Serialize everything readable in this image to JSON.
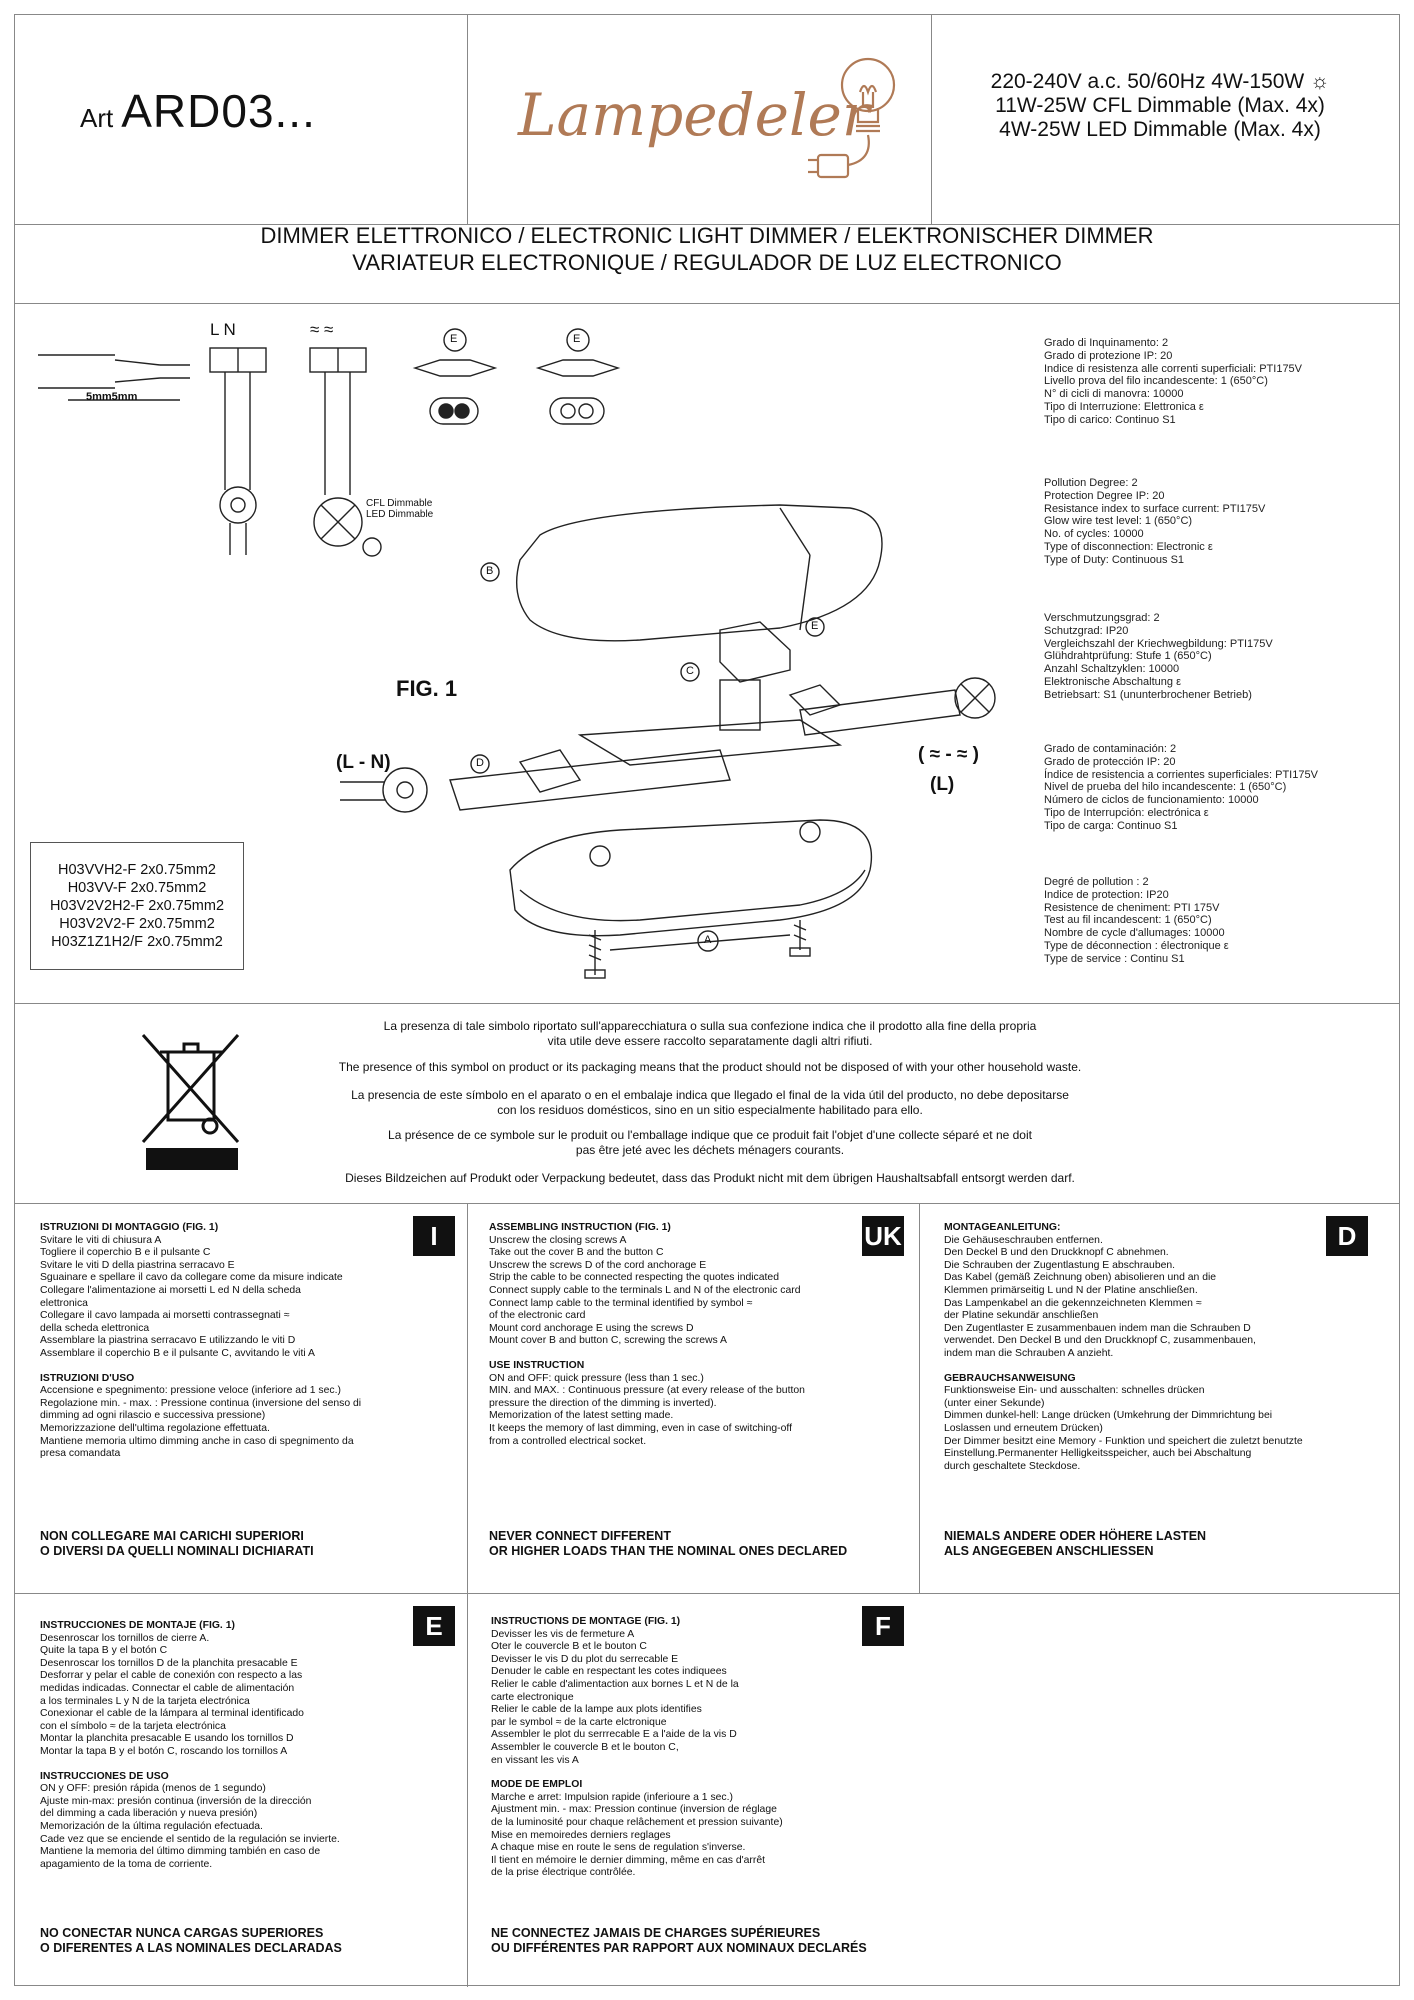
{
  "header": {
    "art_prefix": "Art",
    "art_code": "ARD03...",
    "brand": "Lampedeler",
    "specs": [
      "220-240V a.c. 50/60Hz 4W-150W",
      "11W-25W CFL Dimmable (Max. 4x)",
      "4W-25W LED Dimmable (Max. 4x)"
    ]
  },
  "title": {
    "line1": "DIMMER ELETTRONICO / ELECTRONIC LIGHT DIMMER / ELEKTRONISCHER DIMMER",
    "line2": "VARIATEUR ELECTRONIQUE / REGULADOR DE LUZ ELECTRONICO"
  },
  "diagram": {
    "strip_label": "5mm5mm",
    "terminal_labels": "L  N",
    "terminal_lamp_labels": "≈ ≈",
    "label_e": "E",
    "cfl_dimmable": "CFL Dimmable",
    "led_dimmable": "LED Dimmable",
    "fig": "FIG. 1",
    "l_n": "(L - N)",
    "lamp_terms": "( ≈ - ≈ )",
    "l": "(L)",
    "parts": {
      "a": "A",
      "b": "B",
      "c": "C",
      "d": "D",
      "e": "E"
    },
    "cables": [
      "H03VVH2-F 2x0.75mm2",
      "H03VV-F 2x0.75mm2",
      "H03V2V2H2-F 2x0.75mm2",
      "H03V2V2-F 2x0.75mm2",
      "H03Z1Z1H2/F  2x0.75mm2"
    ]
  },
  "tech": {
    "it": [
      "Grado di Inquinamento: 2",
      "Grado di protezione IP: 20",
      "Indice di resistenza alle correnti superficiali: PTI175V",
      "Livello prova del filo incandescente: 1 (650°C)",
      "N° di cicli di manovra: 10000",
      "Tipo di Interruzione: Elettronica ε",
      "Tipo di carico: Continuo S1"
    ],
    "en": [
      "Pollution Degree: 2",
      "Protection Degree IP: 20",
      "Resistance index to surface current: PTI175V",
      "Glow wire test level: 1 (650°C)",
      "No. of cycles: 10000",
      "Type of disconnection: Electronic ε",
      "Type of Duty: Continuous S1"
    ],
    "de": [
      "Verschmutzungsgrad: 2",
      "Schutzgrad: IP20",
      "Vergleichszahl der Kriechwegbildung: PTI175V",
      "Glühdrahtprüfung: Stufe 1 (650°C)",
      "Anzahl Schaltzyklen: 10000",
      "Elektronische Abschaltung ε",
      "Betriebsart: S1 (ununterbrochener Betrieb)"
    ],
    "es": [
      "Grado de contaminación: 2",
      "Grado de protección IP: 20",
      "Índice de resistencia a corrientes superficiales: PTI175V",
      "Nivel de prueba del hilo incandescente: 1 (650°C)",
      "Número de ciclos de funcionamiento: 10000",
      "Tipo de Interrupción: electrónica ε",
      "Tipo de carga: Continuo S1"
    ],
    "fr": [
      "Degré de pollution : 2",
      "Indice de protection: IP20",
      "Resistence de cheniment: PTI 175V",
      "Test au fil incandescent: 1 (650°C)",
      "Nombre de cycle d'allumages: 10000",
      "Type de déconnection : électronique ε",
      "Type de service : Continu S1"
    ]
  },
  "weee": {
    "it": [
      "La presenza di tale simbolo riportato sull'apparecchiatura o sulla sua confezione indica che il prodotto alla fine della propria",
      "vita utile deve essere raccolto separatamente dagli altri rifiuti."
    ],
    "en": [
      "The presence of this symbol on product or its packaging means that the product should not be disposed of with your other household waste."
    ],
    "es": [
      "La presencia de este símbolo en el aparato o en el embalaje indica que llegado el final de la vida útil del producto, no debe depositarse",
      "con los residuos domésticos, sino en un sitio especialmente habilitado para ello."
    ],
    "fr": [
      "La présence de ce symbole sur le produit ou l'emballage indique que ce produit fait l'objet d'une collecte séparé et ne doit",
      "pas être jeté avec les déchets ménagers courants."
    ],
    "de": [
      "Dieses Bildzeichen auf Produkt oder Verpackung bedeutet, dass das Produkt nicht mit dem übrigen Haushaltsabfall entsorgt werden darf."
    ]
  },
  "sections": {
    "it": {
      "badge": "I",
      "h1": "ISTRUZIONI DI MONTAGGIO (FIG. 1)",
      "lines1": [
        "Svitare le viti di chiusura A",
        "Togliere il coperchio B e il pulsante C",
        "Svitare le viti D della piastrina serracavo E",
        "Sguainare e spellare il cavo da collegare come da misure indicate",
        "Collegare l'alimentazione ai morsetti L ed N della scheda",
        "elettronica",
        "Collegare il cavo lampada ai morsetti contrassegnati ≈",
        "della scheda elettronica",
        "Assemblare la piastrina serracavo E utilizzando le viti D",
        "Assemblare il coperchio B e il pulsante C, avvitando le viti A"
      ],
      "h2": "ISTRUZIONI D'USO",
      "lines2": [
        "Accensione e spegnimento: pressione veloce (inferiore ad 1 sec.)",
        "Regolazione min. - max. : Pressione continua (inversione del senso di",
        "dimming ad ogni rilascio e successiva pressione)",
        "Memorizzazione dell'ultima regolazione effettuata.",
        "Mantiene memoria ultimo dimming anche in caso di spegnimento da",
        "presa comandata"
      ],
      "warn": [
        "NON COLLEGARE MAI CARICHI SUPERIORI",
        "O DIVERSI DA QUELLI NOMINALI DICHIARATI"
      ]
    },
    "uk": {
      "badge": "UK",
      "h1": "ASSEMBLING INSTRUCTION (FIG. 1)",
      "lines1": [
        "Unscrew the closing screws  A",
        "Take out the cover B and the button C",
        "Unscrew the screws D of the cord anchorage E",
        "Strip the cable to be connected respecting the  quotes indicated",
        "Connect supply cable to the terminals L and N of the electronic card",
        "Connect lamp cable to the terminal identified by symbol ≈",
        "of the electronic card",
        "Mount cord anchorage E using the screws D",
        "Mount cover B and button C, screwing the screws A"
      ],
      "h2": "USE INSTRUCTION",
      "lines2": [
        "ON and OFF: quick pressure (less than 1 sec.)",
        "MIN. and MAX.  : Continuous pressure (at every release of the button",
        "pressure the direction of the dimming is inverted).",
        "Memorization of the latest setting made.",
        "It keeps the memory of last dimming, even in case of switching-off",
        "from a controlled electrical socket."
      ],
      "warn": [
        "NEVER CONNECT DIFFERENT",
        "OR HIGHER LOADS THAN THE NOMINAL ONES DECLARED"
      ]
    },
    "de": {
      "badge": "D",
      "h1": "MONTAGEANLEITUNG:",
      "lines1": [
        "Die Gehäuseschrauben entfernen.",
        "Den Deckel B und den Druckknopf C abnehmen.",
        "Die Schrauben der Zugentlastung E abschrauben.",
        "Das Kabel (gemäß Zeichnung oben) abisolieren und an die",
        "Klemmen primärseitig L und N der Platine anschließen.",
        "Das Lampenkabel an die gekennzeichneten Klemmen ≈",
        "der Platine sekundär anschließen",
        "Den Zugentlaster  E zusammenbauen indem man die Schrauben D",
        "verwendet. Den Deckel B und den Druckknopf C, zusammenbauen,",
        "indem man die Schrauben A anzieht."
      ],
      "h2": "GEBRAUCHSANWEISUNG",
      "lines2": [
        "Funktionsweise Ein- und ausschalten: schnelles drücken",
        "(unter einer Sekunde)",
        "Dimmen dunkel-hell: Lange drücken (Umkehrung der Dimmrichtung bei",
        "Loslassen und erneutem Drücken)",
        "Der Dimmer besitzt eine Memory - Funktion und speichert die zuletzt benutzte",
        "Einstellung.Permanenter Helligkeitsspeicher, auch bei Abschaltung",
        "durch geschaltete Steckdose."
      ],
      "warn": [
        "NIEMALS ANDERE ODER HÖHERE LASTEN",
        "ALS ANGEGEBEN ANSCHLIESSEN"
      ]
    },
    "es": {
      "badge": "E",
      "h1": "INSTRUCCIONES DE MONTAJE (FIG. 1)",
      "lines1": [
        "Desenroscar los tornillos de cierre  A.",
        "Quite la tapa B y el botón C",
        "Desenroscar los tornillos D de la planchita presacable E",
        "Desforrar y pelar el cable de conexión con respecto a las",
        "medidas indicadas. Connectar el cable de alimentación",
        "a los terminales L y N de la tarjeta electrónica",
        "Conexionar el cable de la lámpara al terminal identificado",
        "con el símbolo ≈  de la tarjeta electrónica",
        "Montar la planchita presacable E usando los tornillos D",
        "Montar la tapa B y el botón C, roscando los tornillos A"
      ],
      "h2": "INSTRUCCIONES DE USO",
      "lines2": [
        "ON y OFF: presión rápida (menos de 1 segundo)",
        "Ajuste min-max: presión continua (inversión de la dirección",
        "del dimming a cada liberación y nueva presión)",
        "Memorización de la última regulación efectuada.",
        "Cade vez que se enciende el sentido de la regulación se invierte.",
        "Mantiene la memoria del último dimming también en caso de",
        "apagamiento de la toma de corriente."
      ],
      "warn": [
        "NO CONECTAR NUNCA CARGAS SUPERIORES",
        "O DIFERENTES A LAS NOMINALES DECLARADAS"
      ]
    },
    "fr": {
      "badge": "F",
      "h1": "INSTRUCTIONS  DE MONTAGE (FIG. 1)",
      "lines1": [
        "Devisser les vis de fermeture A",
        "Oter le couvercle  B et le bouton C",
        "Devisser le vis D du plot du serrecable E",
        "Denuder le cable en respectant les cotes indiquees",
        "Relier le cable d'alimentaction aux bornes L et N de la",
        "carte electronique",
        "Relier le cable  de la lampe aux plots identifies",
        "par le symbol ≈ de la carte elctronique",
        "Assembler le plot du serrrecable E a l'aide de la vis D",
        "Assembler le couvercle B et le bouton C,",
        "en vissant les vis A"
      ],
      "h2": "MODE DE EMPLOI",
      "lines2": [
        "Marche e arret: Impulsion rapide (inferioure a 1 sec.)",
        "Ajustment min. - max: Pression continue (inversion de réglage",
        "de la luminosité pour chaque relâchement et pression suivante)",
        "Mise en memoiredes derniers reglages",
        "A chaque mise en route le sens de regulation s'inverse.",
        "Il tient en mémoire le dernier dimming, même en cas d'arrêt",
        "de la prise électrique contrôlée."
      ],
      "warn": [
        "NE CONNECTEZ JAMAIS DE CHARGES SUPÉRIEURES",
        "OU DIFFÉRENTES PAR RAPPORT AUX NOMINAUX DECLARÉS"
      ]
    }
  }
}
